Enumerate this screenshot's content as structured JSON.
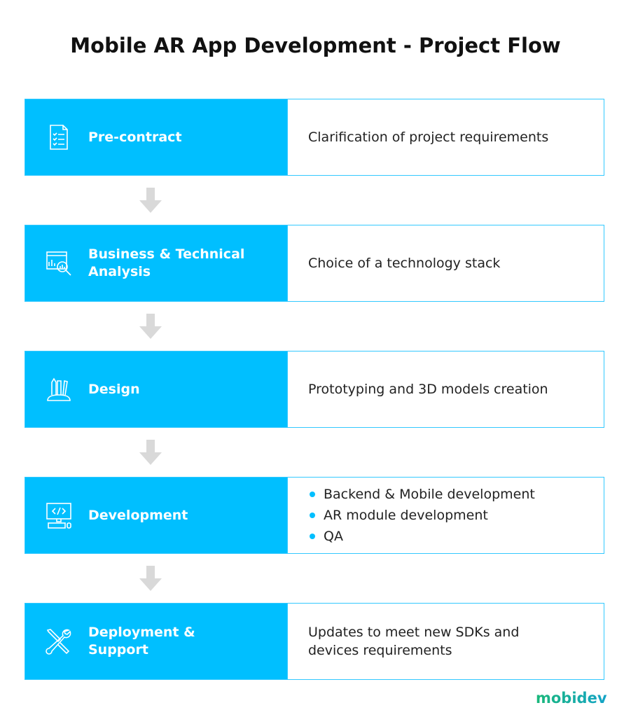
{
  "title": "Mobile AR App Development - Project Flow",
  "colors": {
    "accent": "#00bfff",
    "arrow": "#d9d9d9"
  },
  "steps": [
    {
      "label": "Pre-contract",
      "icon": "checklist-document-icon",
      "description": "Clarification of project requirements"
    },
    {
      "label": "Business & Technical Analysis",
      "icon": "analytics-magnifier-icon",
      "description": "Choice of a technology stack"
    },
    {
      "label": "Design",
      "icon": "design-tools-icon",
      "description": "Prototyping and 3D models creation"
    },
    {
      "label": "Development",
      "icon": "code-monitor-icon",
      "bullets": [
        "Backend & Mobile development",
        "AR module development",
        "QA"
      ]
    },
    {
      "label": "Deployment & Support",
      "icon": "wrench-screwdriver-icon",
      "description": "Updates to meet new SDKs and devices requirements"
    }
  ],
  "logo": "mobidev"
}
